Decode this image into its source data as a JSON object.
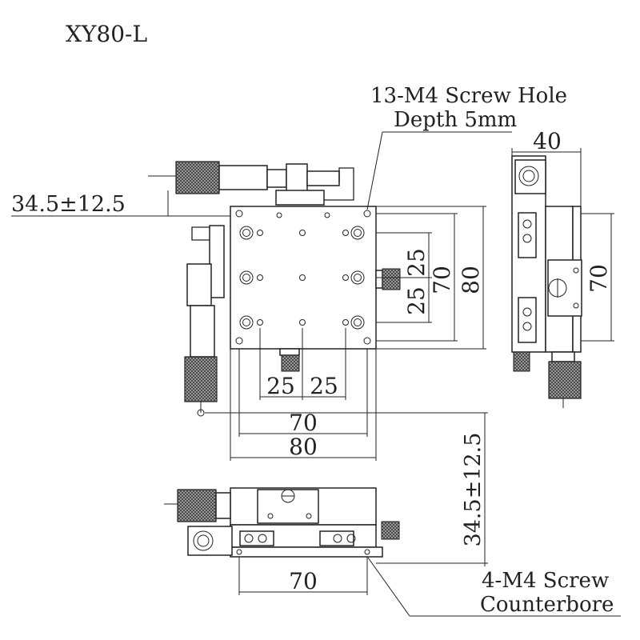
{
  "drawing": {
    "model": "XY80-L",
    "notes": {
      "top_hole_line1": "13-M4 Screw Hole",
      "top_hole_line2": "Depth 5mm",
      "bottom_hole_line1": "4-M4 Screw",
      "bottom_hole_line2": "Counterbore"
    },
    "dimensions": {
      "travel_left": "34.5±12.5",
      "travel_right": "34.5±12.5",
      "side_width": "40",
      "side_height": "70",
      "right_25_upper": "25",
      "right_25_lower": "25",
      "right_70": "70",
      "right_80": "80",
      "bottom_25_left": "25",
      "bottom_25_right": "25",
      "bottom_70": "70",
      "bottom_80": "80",
      "front_70": "70"
    }
  }
}
